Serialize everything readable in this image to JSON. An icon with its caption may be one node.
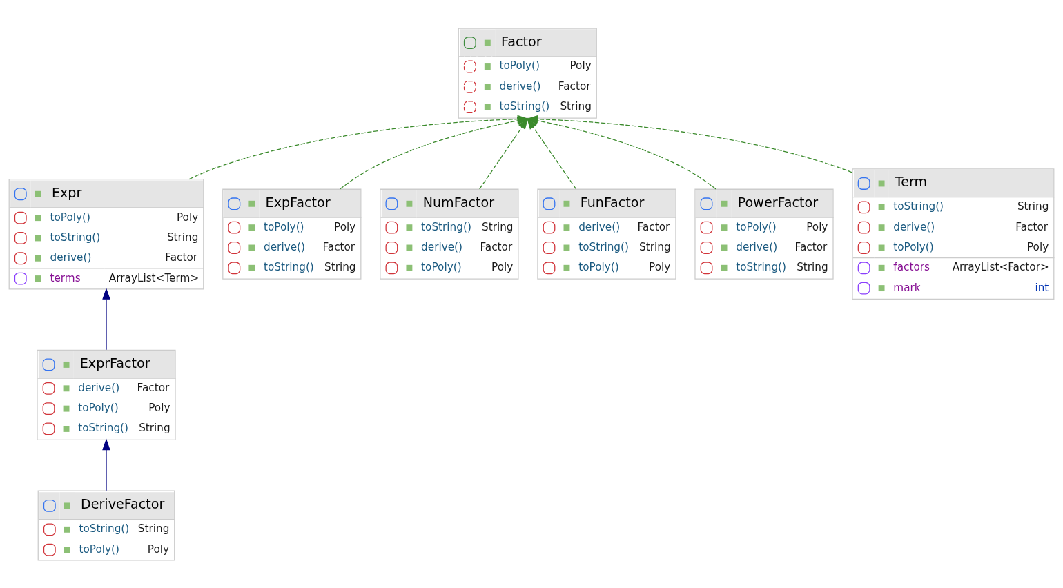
{
  "diagram": {
    "nodes": [
      {
        "text": [
          "Factor",
          "toPoly()",
          "Poly",
          "derive()",
          "Factor",
          "toString()",
          "String"
        ]
      },
      {
        "text": [
          "Expr",
          "toPoly()",
          "Poly",
          "toString()",
          "String",
          "derive()",
          "Factor",
          "terms",
          "ArrayList<Term>"
        ]
      },
      {
        "text": [
          "ExpFactor",
          "toPoly()",
          "Poly",
          "derive()",
          "Factor",
          "toString()",
          "String"
        ]
      },
      {
        "text": [
          "NumFactor",
          "toString()",
          "String",
          "derive()",
          "Factor",
          "toPoly()",
          "Poly"
        ]
      },
      {
        "text": [
          "FunFactor",
          "derive()",
          "Factor",
          "toString()",
          "String",
          "toPoly()",
          "Poly"
        ]
      },
      {
        "text": [
          "PowerFactor",
          "toPoly()",
          "Poly",
          "derive()",
          "Factor",
          "toString()",
          "String"
        ]
      },
      {
        "text": [
          "Term",
          "toString()",
          "String",
          "derive()",
          "Factor",
          "toPoly()",
          "Poly",
          "factors",
          "ArrayList<Factor>",
          "mark",
          "int"
        ]
      },
      {
        "text": [
          "ExprFactor",
          "derive()",
          "Factor",
          "toPoly()",
          "Poly",
          "toString()",
          "String"
        ]
      },
      {
        "text": [
          "DeriveFactor",
          "toString()",
          "String",
          "toPoly()",
          "Poly"
        ]
      }
    ],
    "edges": [
      {
        "from": 1,
        "to": 0,
        "arrow": "to",
        "style": "dashed"
      },
      {
        "from": 2,
        "to": 0,
        "arrow": "to",
        "style": "dashed"
      },
      {
        "from": 3,
        "to": 0,
        "arrow": "to",
        "style": "dashed"
      },
      {
        "from": 4,
        "to": 0,
        "arrow": "to",
        "style": "dashed"
      },
      {
        "from": 5,
        "to": 0,
        "arrow": "to",
        "style": "dashed"
      },
      {
        "from": 6,
        "to": 0,
        "arrow": "to",
        "style": "dashed"
      },
      {
        "from": 7,
        "to": 1,
        "arrow": "to",
        "color": "#000080"
      },
      {
        "from": 8,
        "to": 7,
        "arrow": "to",
        "color": "#000080"
      }
    ]
  }
}
